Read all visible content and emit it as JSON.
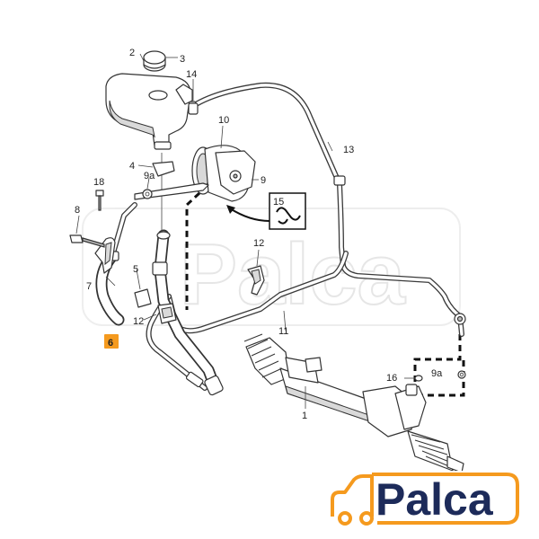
{
  "labels": {
    "p1": "1",
    "p2": "2",
    "p3": "3",
    "p4": "4",
    "p5": "5",
    "p6": "6",
    "p7": "7",
    "p8": "8",
    "p9": "9",
    "p9a_left": "9a",
    "p9a_right": "9a",
    "p10": "10",
    "p11": "11",
    "p12_top": "12",
    "p12_bottom": "12",
    "p13": "13",
    "p14": "14",
    "p15": "15",
    "p16": "16",
    "p18": "18"
  },
  "highlight": {
    "part": "6",
    "color": "#f59a1e"
  },
  "brand": {
    "logo_text": "Palca",
    "watermark_text": "Palca",
    "logo_color": "#1d2b5a",
    "accent_color": "#f59a1e"
  },
  "icons": {
    "logo": "car-icon",
    "inset": "hose-clamp-icon"
  }
}
